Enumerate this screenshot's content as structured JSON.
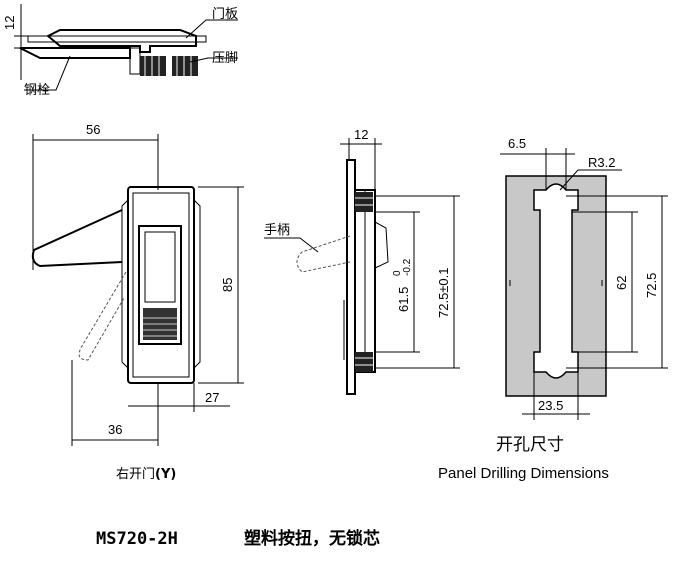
{
  "top_view": {
    "dim_12": "12",
    "label_door_panel": "门板",
    "label_press_foot": "压脚",
    "label_steel_bolt": "钢栓"
  },
  "front_view": {
    "dim_56": "56",
    "dim_85": "85",
    "dim_27": "27",
    "dim_36": "36",
    "caption": "右开门",
    "caption_suffix": "(Y)"
  },
  "side_view": {
    "dim_12": "12",
    "label_handle": "手柄",
    "dim_61_5": "61.5",
    "dim_61_5_tol_upper": "0",
    "dim_61_5_tol_lower": "-0.2",
    "dim_72_5": "72.5±0.1"
  },
  "cutout_view": {
    "dim_6_5": "6.5",
    "dim_r3_2": "R3.2",
    "dim_62": "62",
    "dim_72_5": "72.5",
    "dim_23_5": "23.5",
    "title_cn": "开孔尺寸",
    "title_en": "Panel Drilling Dimensions",
    "panel_color": "#c8c8c8"
  },
  "product_line": {
    "model": "MS720-2H",
    "description": "塑料按扭，无锁芯"
  }
}
